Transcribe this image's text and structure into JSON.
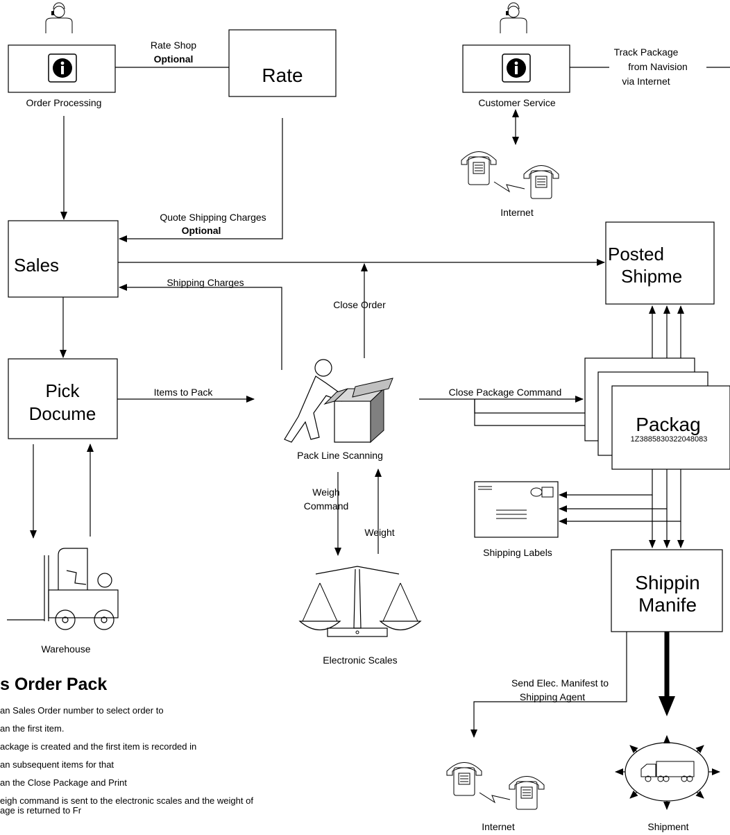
{
  "diagram": {
    "nodes": {
      "order_processing": "Order Processing",
      "rate": "Rate",
      "customer_service": "Customer Service",
      "internet_top": "Internet",
      "sales": "Sales",
      "posted_shipment": [
        "Posted",
        "Shipme"
      ],
      "pick_document": [
        "Pick",
        "Docume"
      ],
      "pack_line_scanning": "Pack Line Scanning",
      "package": "Packag",
      "package_number": "1Z3885830322048083",
      "shipping_labels": "Shipping Labels",
      "warehouse": "Warehouse",
      "electronic_scales": "Electronic Scales",
      "shipping_manifest": [
        "Shippin",
        "Manife"
      ],
      "internet_bottom": "Internet",
      "shipment": "Shipment"
    },
    "edges": {
      "rate_shop": "Rate Shop",
      "rate_shop_optional": "Optional",
      "track_package": [
        "Track Package",
        "from Navision",
        "via Internet"
      ],
      "quote_shipping": "Quote Shipping Charges",
      "quote_optional": "Optional",
      "shipping_charges": "Shipping Charges",
      "close_order": "Close Order",
      "items_to_pack": "Items to Pack",
      "close_package_command": "Close Package Command",
      "weigh_command": [
        "Weigh",
        "Command"
      ],
      "weight": "Weight",
      "send_manifest": [
        "Send Elec. Manifest to",
        "Shipping Agent"
      ]
    }
  },
  "panel": {
    "title": "s Order Pack",
    "steps": [
      "an Sales Order number to select order to",
      "an the first item.",
      "ackage is created and the first item is recorded in",
      "an subsequent items for that",
      "an the Close Package and Print",
      "eigh command is sent to the electronic scales and the weight of"
    ],
    "fragment": "age is returned to Fr"
  }
}
